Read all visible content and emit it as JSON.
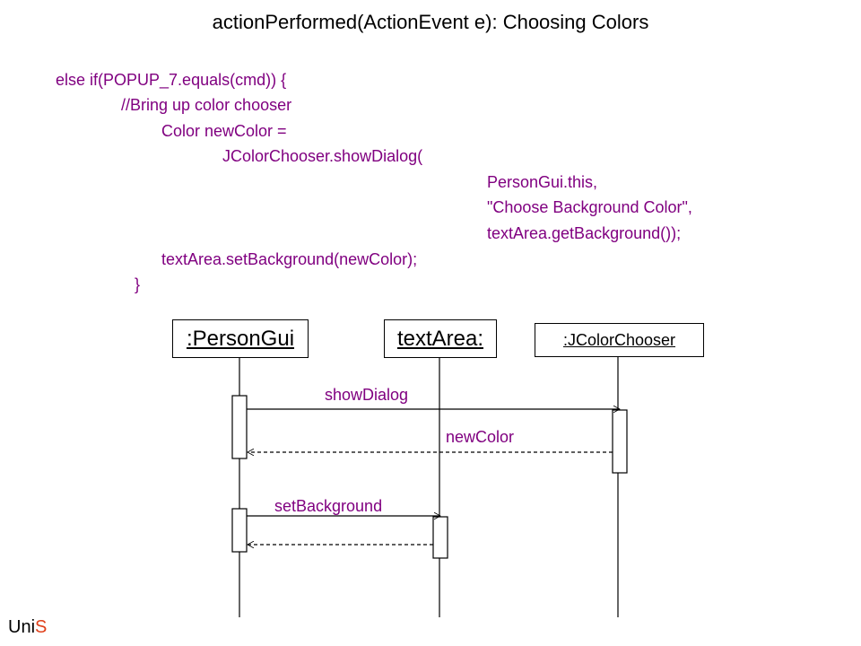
{
  "slide": {
    "title": "actionPerformed(ActionEvent e): Choosing Colors"
  },
  "code": {
    "lines": [
      "else if(POPUP_7.equals(cmd)) {",
      "//Bring up color chooser",
      "Color newColor =",
      "JColorChooser.showDialog(",
      "PersonGui.this,",
      "\"Choose Background Color\",",
      "textArea.getBackground());",
      "textArea.setBackground(newColor);",
      "}"
    ]
  },
  "diagram": {
    "lifelines": [
      {
        "label": ":PersonGui"
      },
      {
        "label": "textArea:"
      },
      {
        "label": ":JColorChooser"
      }
    ],
    "messages": [
      {
        "label": "showDialog"
      },
      {
        "label": "newColor"
      },
      {
        "label": "setBackground"
      }
    ]
  },
  "footer": {
    "logo_part1": "Uni",
    "logo_part2": "S"
  },
  "colors": {
    "code_text": "#800080",
    "logo_accent": "#e0401a"
  }
}
